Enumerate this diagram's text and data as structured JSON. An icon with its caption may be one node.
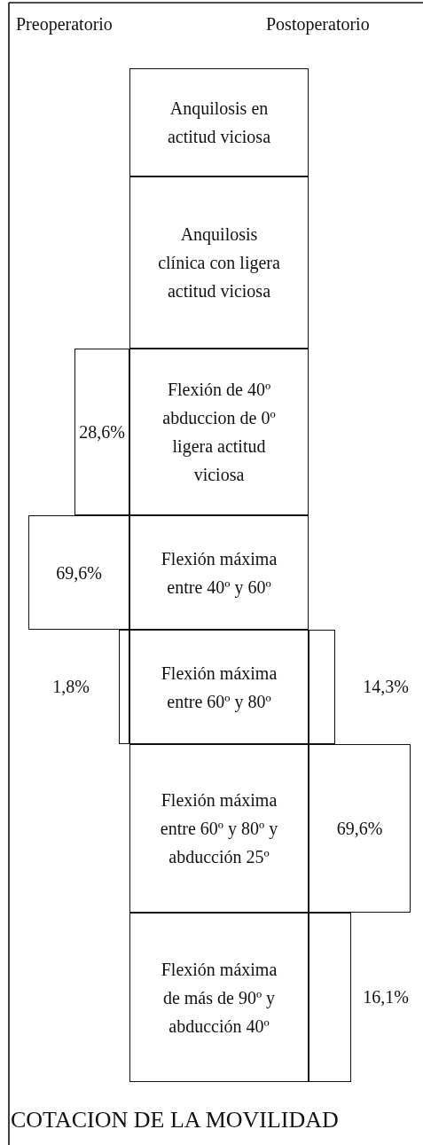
{
  "diagram": {
    "caption": "COTACION DE LA MOVILIDAD",
    "nodes": [
      {
        "text": [
          "Anquilosis en actitud viciosa"
        ]
      },
      {
        "text": [
          "Anquilosis clínica con ligera actitud viciosa"
        ]
      },
      {
        "text": [
          "Flexión de 40º abduccion de 0º ligera actitud viciosa"
        ]
      },
      {
        "text": [
          "Flexión máxima entre 40º y 60º"
        ]
      },
      {
        "text": [
          "Flexión máxima entre 60º y 80º"
        ]
      },
      {
        "text": [
          "Flexión máxima entre 60º y 80º y abducción 25º"
        ]
      },
      {
        "text": [
          "Flexión máxima de más de 90º y abducción 40º"
        ]
      },
      {
        "text": [
          "28,6%"
        ]
      },
      {
        "text": [
          "69,6%"
        ]
      },
      {
        "text": [],
        "shape": "bar",
        "beside": [
          "1,8%"
        ]
      },
      {
        "text": [],
        "shape": "bar",
        "beside": [
          "14,3%"
        ]
      },
      {
        "text": [
          "69,6%"
        ]
      },
      {
        "text": [],
        "shape": "bar",
        "beside": [
          "16,1%"
        ]
      }
    ],
    "labels": [
      "Preoperatorio",
      "Postoperatorio"
    ]
  }
}
